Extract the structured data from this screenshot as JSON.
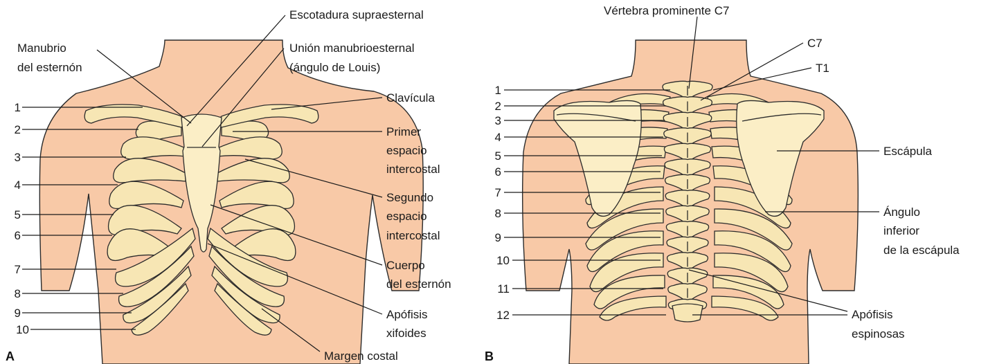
{
  "panel_a": {
    "letter": "A",
    "labels": {
      "suprasternal_notch": "Escotadura supraesternal",
      "manubrium_l1": "Manubrio",
      "manubrium_l2": "del esternón",
      "angle_l1": "Unión manubrioesternal",
      "angle_l2": "(ángulo de Louis)",
      "clavicle": "Clavícula",
      "first_space_l1": "Primer",
      "first_space_l2": "espacio",
      "first_space_l3": "intercostal",
      "second_space_l1": "Segundo",
      "second_space_l2": "espacio",
      "second_space_l3": "intercostal",
      "body_l1": "Cuerpo",
      "body_l2": "del esternón",
      "xiphoid_l1": "Apófisis",
      "xiphoid_l2": "xifoides",
      "costal_margin": "Margen costal"
    },
    "rib_numbers": [
      "1",
      "2",
      "3",
      "4",
      "5",
      "6",
      "7",
      "8",
      "9",
      "10"
    ]
  },
  "panel_b": {
    "letter": "B",
    "labels": {
      "vertebra_prominens": "Vértebra prominente C7",
      "c7": "C7",
      "t1": "T1",
      "scapula": "Escápula",
      "inferior_angle_l1": "Ángulo",
      "inferior_angle_l2": "inferior",
      "inferior_angle_l3": "de la escápula",
      "spinous_l1": "Apófisis",
      "spinous_l2": "espinosas"
    },
    "rib_numbers": [
      "1",
      "2",
      "3",
      "4",
      "5",
      "6",
      "7",
      "8",
      "9",
      "10",
      "11",
      "12"
    ]
  },
  "colors": {
    "skin": "#f8c9a7",
    "bone": "#f7e6b4",
    "outline": "#2b2b2b"
  }
}
